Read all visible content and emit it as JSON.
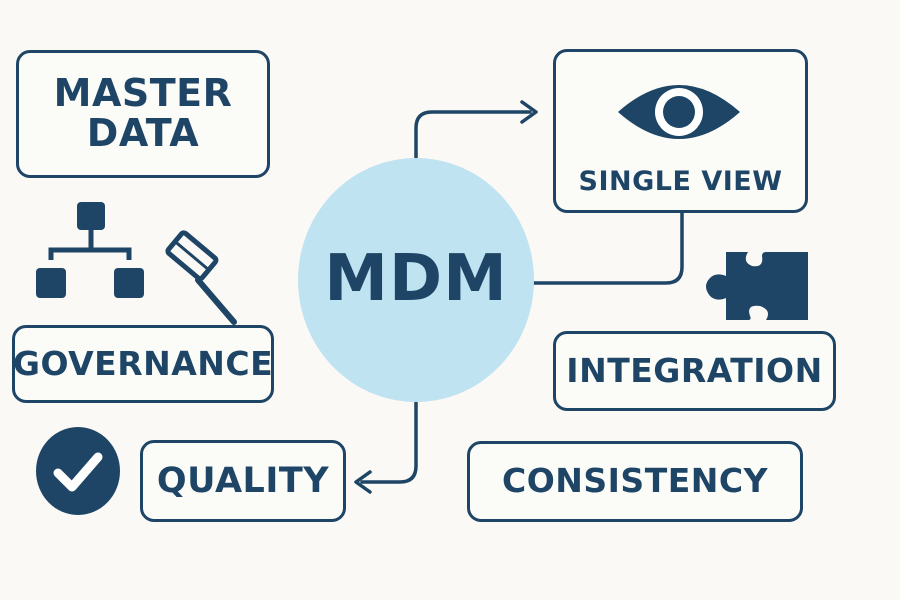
{
  "diagram": {
    "center": {
      "label": "MDM"
    },
    "nodes": {
      "master_data": {
        "lines": [
          "MASTER",
          "DATA"
        ]
      },
      "governance": {
        "label": "GOVERNANCE",
        "icons": [
          "hierarchy-icon",
          "gavel-icon"
        ]
      },
      "quality": {
        "label": "QUALITY",
        "icons": [
          "checkmark-circle-icon"
        ]
      },
      "single_view": {
        "label": "SINGLE VIEW",
        "icons": [
          "eye-icon"
        ]
      },
      "integration": {
        "label": "INTEGRATION",
        "icons": [
          "puzzle-piece-icon"
        ]
      },
      "consistency": {
        "label": "CONSISTENCY"
      }
    },
    "connections": [
      {
        "from": "center",
        "to": "single_view",
        "arrow": true
      },
      {
        "from": "center",
        "to": "quality",
        "arrow": true
      },
      {
        "from": "center",
        "to": "single_view",
        "arrow": false
      }
    ]
  },
  "colors": {
    "primary": "#1e4566",
    "hub_fill": "#bfe3f1",
    "background": "#faf9f5"
  }
}
